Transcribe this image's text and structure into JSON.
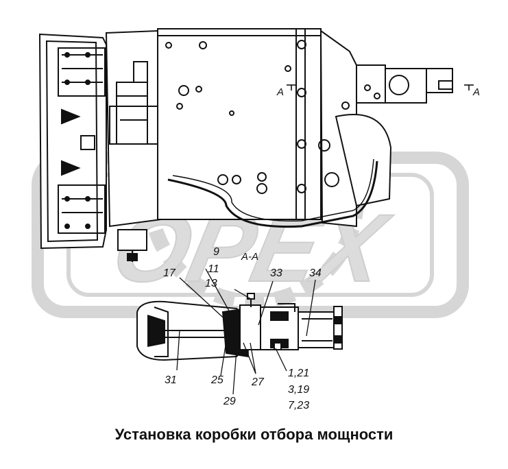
{
  "watermark": {
    "text": "OPEX",
    "color": "#d4d4d4"
  },
  "drawing": {
    "upper_view": "transmission-side-view",
    "lower_view": "section-a-a",
    "line_color": "#111111",
    "hatch_color": "#111111"
  },
  "section_marks": {
    "top_left": "A",
    "top_right": "A",
    "section_label": "А-А"
  },
  "callouts": {
    "c9": "9",
    "c11": "11",
    "c13": "13",
    "c17": "17",
    "c33": "33",
    "c34": "34",
    "c31": "31",
    "c25": "25",
    "c27": "27",
    "c29": "29",
    "c1_21": "1,21",
    "c3_19": "3,19",
    "c7_23": "7,23"
  },
  "caption": "Установка коробки отбора мощности"
}
